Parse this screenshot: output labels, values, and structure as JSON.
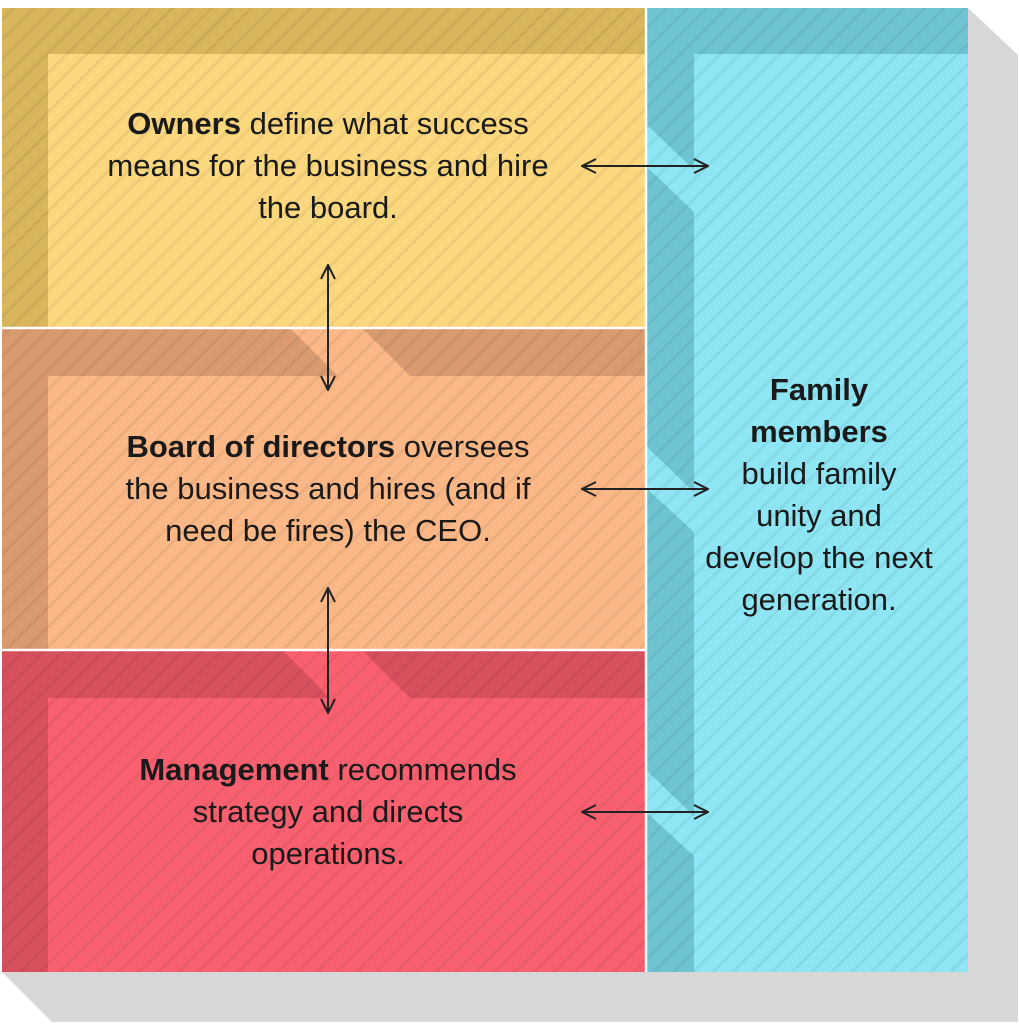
{
  "colors": {
    "owners": "#fbd77e",
    "owners_dark": "#d9b65c",
    "board": "#fbb886",
    "board_dark": "#d99a6f",
    "management": "#f9606f",
    "management_dark": "#d7505d",
    "family": "#8ee6f4",
    "family_dark": "#6fc4d2",
    "shadow": "#d7d7d7",
    "arrow": "#222222"
  },
  "owners": {
    "title": "Owners",
    "line1_rest": " define what success",
    "line2": "means for the business and hire",
    "line3": "the board."
  },
  "board": {
    "title": "Board of directors",
    "line1_rest": " oversees",
    "line2": "the business and hires (and if",
    "line3": "need be fires) the CEO."
  },
  "management": {
    "title": "Management",
    "line1_rest": " recommends",
    "line2": "strategy and directs",
    "line3": "operations."
  },
  "family": {
    "title_line1": "Family",
    "title_line2": "members",
    "line1": "build family",
    "line2": "unity and",
    "line3": "develop the next",
    "line4": "generation."
  }
}
